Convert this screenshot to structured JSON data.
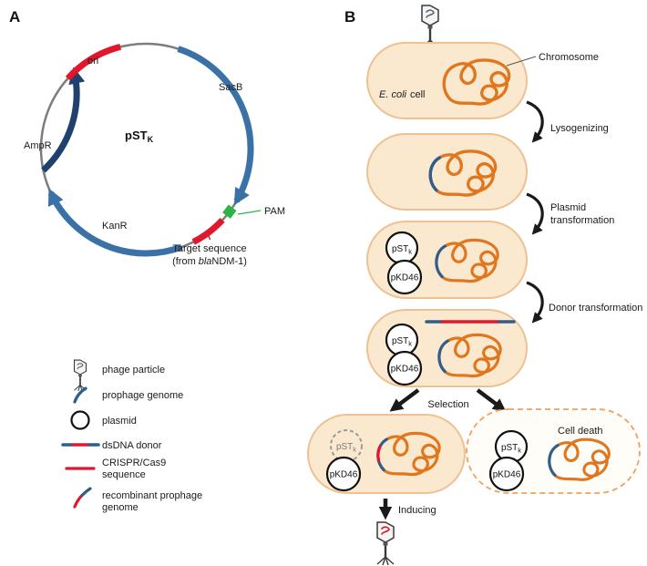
{
  "panel_a": {
    "label": "A",
    "plasmid": {
      "name": "pST",
      "sub": "K"
    },
    "ori": "ori",
    "sacb": "SacB",
    "ampr": "AmpR",
    "kanr": "KanR",
    "pam": "PAM",
    "target_line1": "Target sequence",
    "target_from": "(from",
    "target_bla": "bla",
    "target_rest": "NDM-1)"
  },
  "panel_b": {
    "label": "B",
    "ecoli_italic": "E. coli",
    "ecoli_rest": "cell",
    "chromosome_label": "Chromosome",
    "lysogenizing": "Lysogenizing",
    "plasmid_transformation_1": "Plasmid",
    "plasmid_transformation_2": "transformation",
    "donor_transformation": "Donor transformation",
    "selection": "Selection",
    "cell_death": "Cell death",
    "inducing": "Inducing",
    "pstk": {
      "name": "pST",
      "sub": "k"
    },
    "pkd46": "pKD46"
  },
  "legend": {
    "phage_particle": "phage particle",
    "prophage_genome": "prophage genome",
    "plasmid": "plasmid",
    "dsdna_donor": "dsDNA donor",
    "crispr_1": "CRISPR/Cas9",
    "crispr_2": "sequence",
    "recomb_1": "recombinant prophage",
    "recomb_2": "genome"
  },
  "colors": {
    "cell_fill": "#fbe9cf",
    "cell_border": "#eec193",
    "chromosome_orange": "#e0771f",
    "prophage_blue": "#2e5f8c",
    "crispr_red": "#e1182d",
    "gene_blue": "#3a72a8",
    "ampr_navy": "#20406e",
    "pam_green": "#2cb34a",
    "backbone_gray": "#7d7d7d"
  }
}
